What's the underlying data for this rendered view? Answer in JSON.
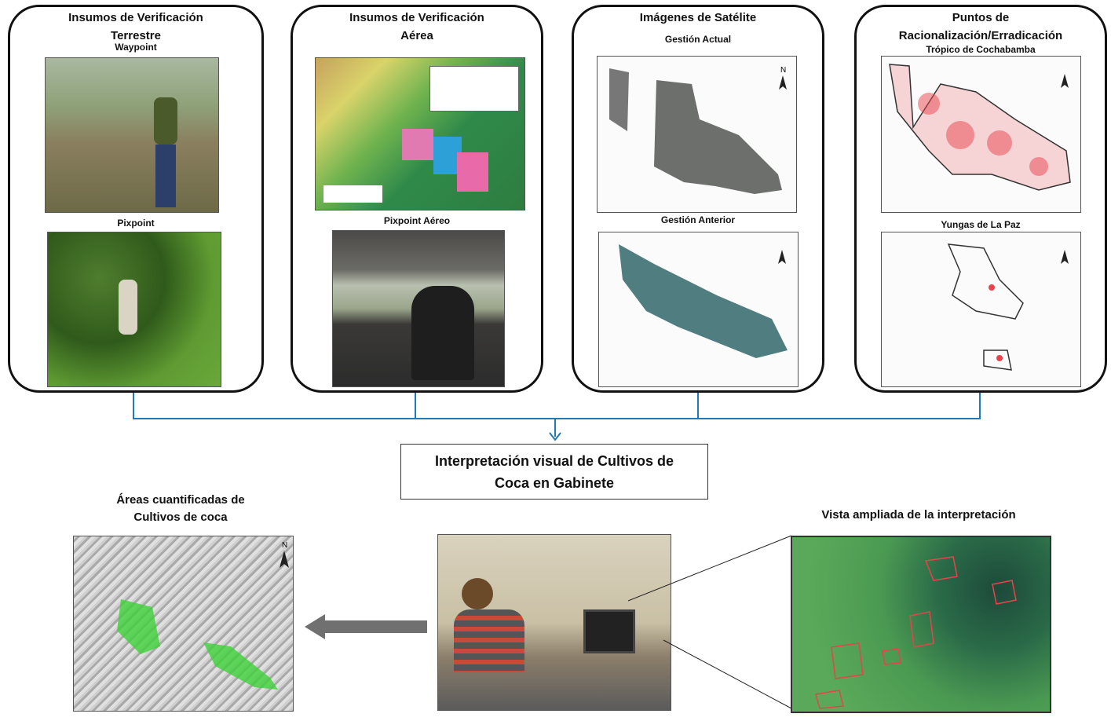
{
  "panels": [
    {
      "title": "Insumos de Verificación Terrestre",
      "captions": [
        "Waypoint",
        "Pixpoint"
      ]
    },
    {
      "title": "Insumos de Verificación Aérea",
      "captions": [
        "",
        "Pixpoint Aéreo"
      ]
    },
    {
      "title": "Imágenes de Satélite",
      "captions": [
        "Gestión Actual",
        "Gestión Anterior"
      ]
    },
    {
      "title": "Puntos de Racionalización/Erradicación",
      "captions": [
        "Trópico de Cochabamba",
        "Yungas de La Paz"
      ]
    }
  ],
  "center_box": {
    "label": "Interpretación visual de Cultivos de Coca en Gabinete"
  },
  "bottom": {
    "left_label": "Áreas cuantificadas de Cultivos de coca",
    "right_label": "Vista ampliada de la interpretación",
    "north_label": "N"
  },
  "colors": {
    "connector": "#1f7ab8",
    "arrow": "#707070",
    "coca": "#3fd13a",
    "eradication": "#e8434b"
  }
}
